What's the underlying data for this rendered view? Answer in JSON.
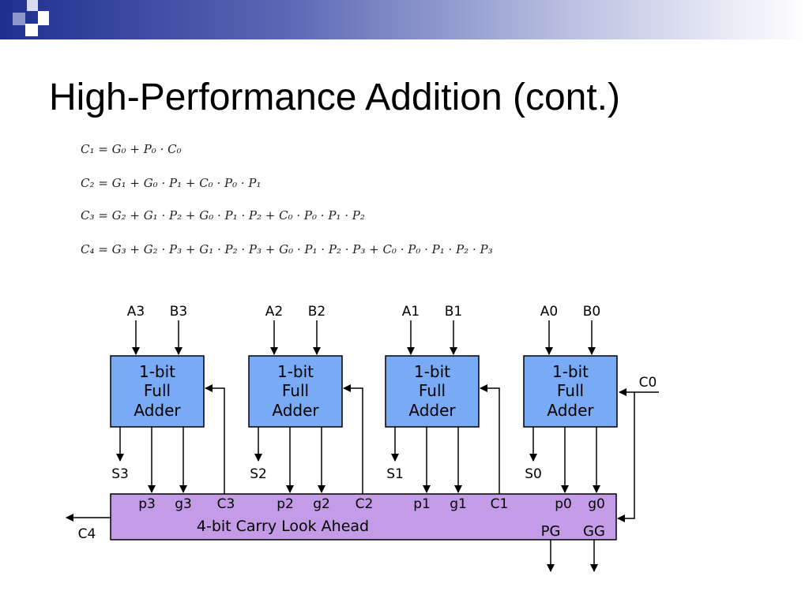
{
  "title": "High-Performance Addition (cont.)",
  "equations": [
    "C₁ = G₀ + P₀ · C₀",
    "C₂ = G₁ + G₀ · P₁ + C₀ · P₀ · P₁",
    "C₃ = G₂ + G₁ · P₂ + G₀ · P₁ · P₂ + C₀ · P₀ · P₁ · P₂",
    "C₄ = G₃ + G₂ · P₃ + G₁ · P₂ · P₃ + G₀ · P₁ · P₂ · P₃ + C₀ · P₀ · P₁ · P₂ · P₃"
  ],
  "adders": [
    {
      "a": "A3",
      "b": "B3",
      "line1": "1-bit",
      "line2": "Full",
      "line3": "Adder",
      "sum": "S3",
      "p": "p3",
      "g": "g3",
      "c": "C3"
    },
    {
      "a": "A2",
      "b": "B2",
      "line1": "1-bit",
      "line2": "Full",
      "line3": "Adder",
      "sum": "S2",
      "p": "p2",
      "g": "g2",
      "c": "C2"
    },
    {
      "a": "A1",
      "b": "B1",
      "line1": "1-bit",
      "line2": "Full",
      "line3": "Adder",
      "sum": "S1",
      "p": "p1",
      "g": "g1",
      "c": "C1"
    },
    {
      "a": "A0",
      "b": "B0",
      "line1": "1-bit",
      "line2": "Full",
      "line3": "Adder",
      "sum": "S0",
      "p": "p0",
      "g": "g0",
      "c": ""
    }
  ],
  "cla_label": "4-bit Carry Look Ahead",
  "carry_in": "C0",
  "carry_out": "C4",
  "pg_label": "PG",
  "gg_label": "GG",
  "colors": {
    "adder_fill": "#79aaf5",
    "cla_fill": "#c39be6",
    "band_dark": "#1f2f8f",
    "band_light": "#b9bfe0"
  }
}
